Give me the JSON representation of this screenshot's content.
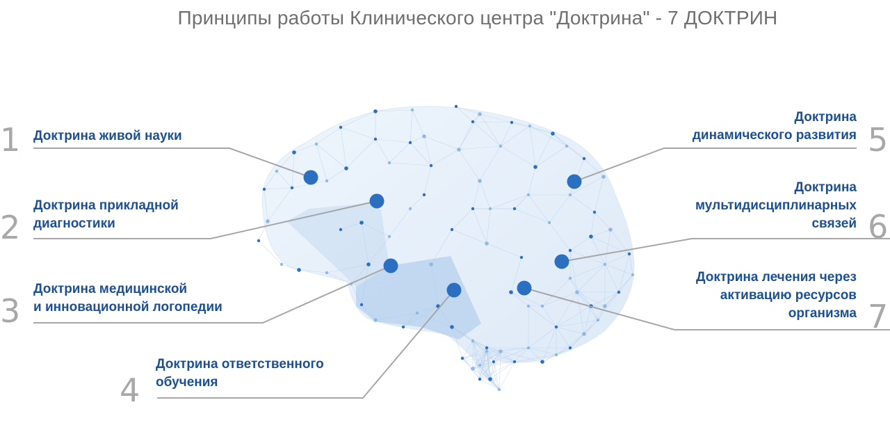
{
  "title": "Принципы работы Клинического центра \"Доктрина\" - 7 ДОКТРИН",
  "colors": {
    "label": "#1b4f96",
    "number": "#a8a8a8",
    "line": "#a6a6a6",
    "node": "#2c6fc0",
    "node_light": "#8fb8e3",
    "brain_fill": "#e6f0fa",
    "cerebellum_fill": "#bcd4ee"
  },
  "doctrines": [
    {
      "number": "1",
      "label": "Доктрина живой науки"
    },
    {
      "number": "2",
      "label": "Доктрина прикладной\nдиагностики"
    },
    {
      "number": "3",
      "label": "Доктрина медицинской\nи инновационной  логопедии"
    },
    {
      "number": "4",
      "label": "Доктрина ответственного\nобучения"
    },
    {
      "number": "5",
      "label": "Доктрина\nдинамического развития"
    },
    {
      "number": "6",
      "label": "Доктрина\nмультидисциплинарных\nсвязей"
    },
    {
      "number": "7",
      "label": "Доктрина лечения через\nактивацию ресурсов\nорганизма"
    }
  ]
}
